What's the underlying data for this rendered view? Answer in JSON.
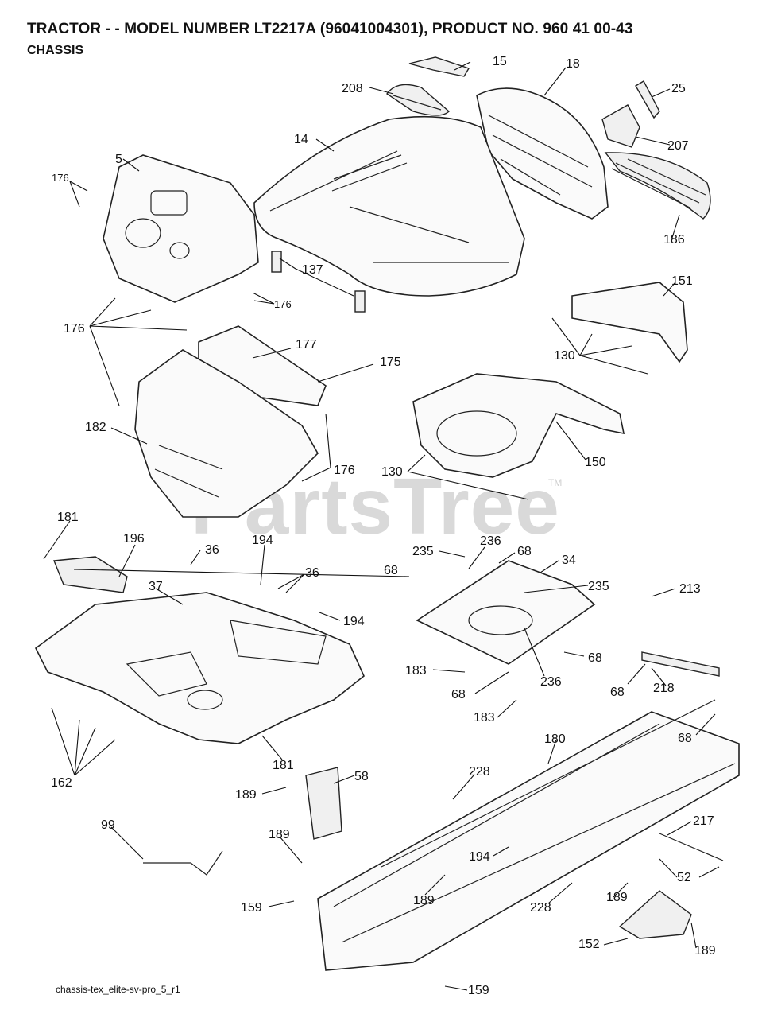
{
  "header": {
    "title": "TRACTOR - - MODEL NUMBER LT2217A (96041004301), PRODUCT NO. 960 41 00-43",
    "subtitle": "CHASSIS"
  },
  "footer": {
    "drawing_id": "chassis-tex_elite-sv-pro_5_r1"
  },
  "watermark": {
    "text": "PartsTree",
    "trademark": "TM"
  },
  "callouts": [
    "15",
    "18",
    "208",
    "25",
    "14",
    "207",
    "5",
    "176",
    "186",
    "137",
    "176",
    "151",
    "176",
    "177",
    "130",
    "175",
    "182",
    "176",
    "150",
    "130",
    "181",
    "196",
    "36",
    "194",
    "235",
    "236",
    "68",
    "36",
    "37",
    "68",
    "194",
    "34",
    "235",
    "68",
    "183",
    "236",
    "68",
    "183",
    "213",
    "68",
    "218",
    "68",
    "180",
    "162",
    "181",
    "58",
    "228",
    "189",
    "217",
    "99",
    "189",
    "194",
    "52",
    "189",
    "228",
    "189",
    "159",
    "152",
    "189",
    "159"
  ]
}
